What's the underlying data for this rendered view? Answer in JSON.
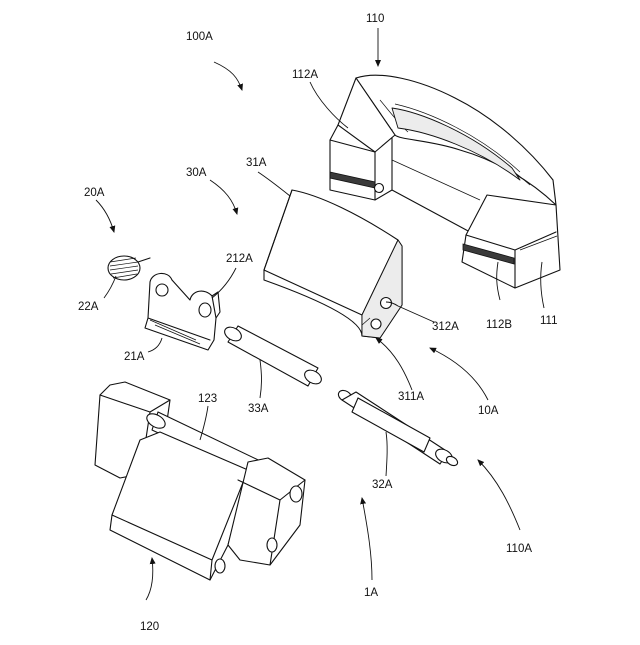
{
  "labels": {
    "l110": "110",
    "l100A": "100A",
    "l112A": "112A",
    "l30A": "30A",
    "l31A": "31A",
    "l20A": "20A",
    "l212A": "212A",
    "l22A": "22A",
    "l312A": "312A",
    "l112B": "112B",
    "l111": "111",
    "l21A": "21A",
    "l33A": "33A",
    "l311A": "311A",
    "l10A": "10A",
    "l123": "123",
    "l32A": "32A",
    "l110A": "110A",
    "l1A": "1A",
    "l120": "120"
  }
}
